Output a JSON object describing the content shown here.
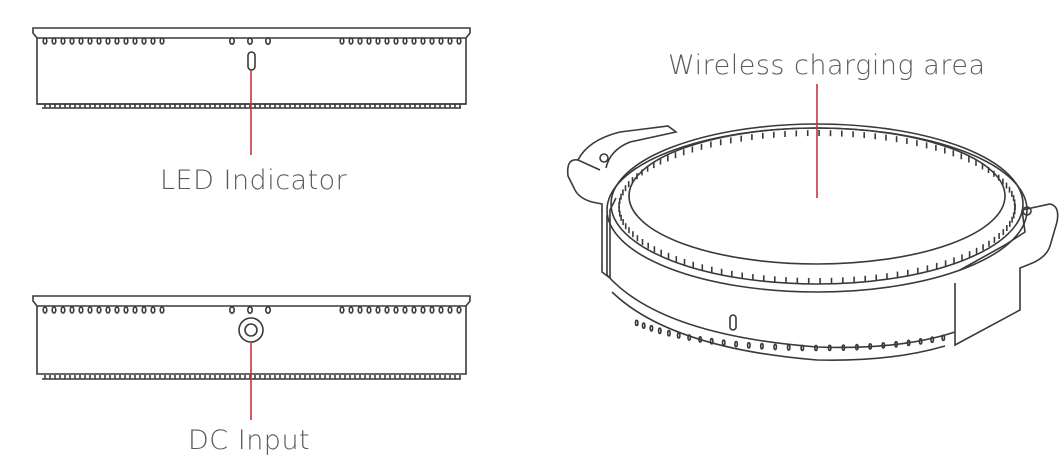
{
  "labels": {
    "led_indicator": "LED Indicator",
    "dc_input": "DC Input",
    "wireless_charging_area": "Wireless charging area"
  },
  "colors": {
    "line_art": "#3a3a3a",
    "leader_line": "#c8323c",
    "label_text": "#5a5a5a"
  }
}
